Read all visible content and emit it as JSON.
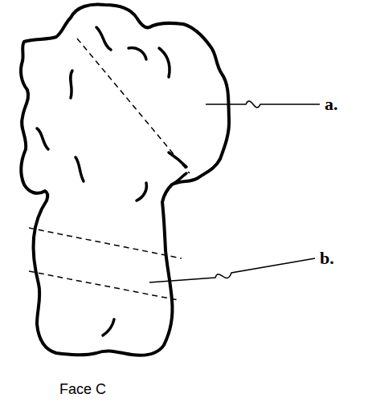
{
  "diagram": {
    "caption": "Face C",
    "labels": [
      "a.",
      "b."
    ]
  }
}
